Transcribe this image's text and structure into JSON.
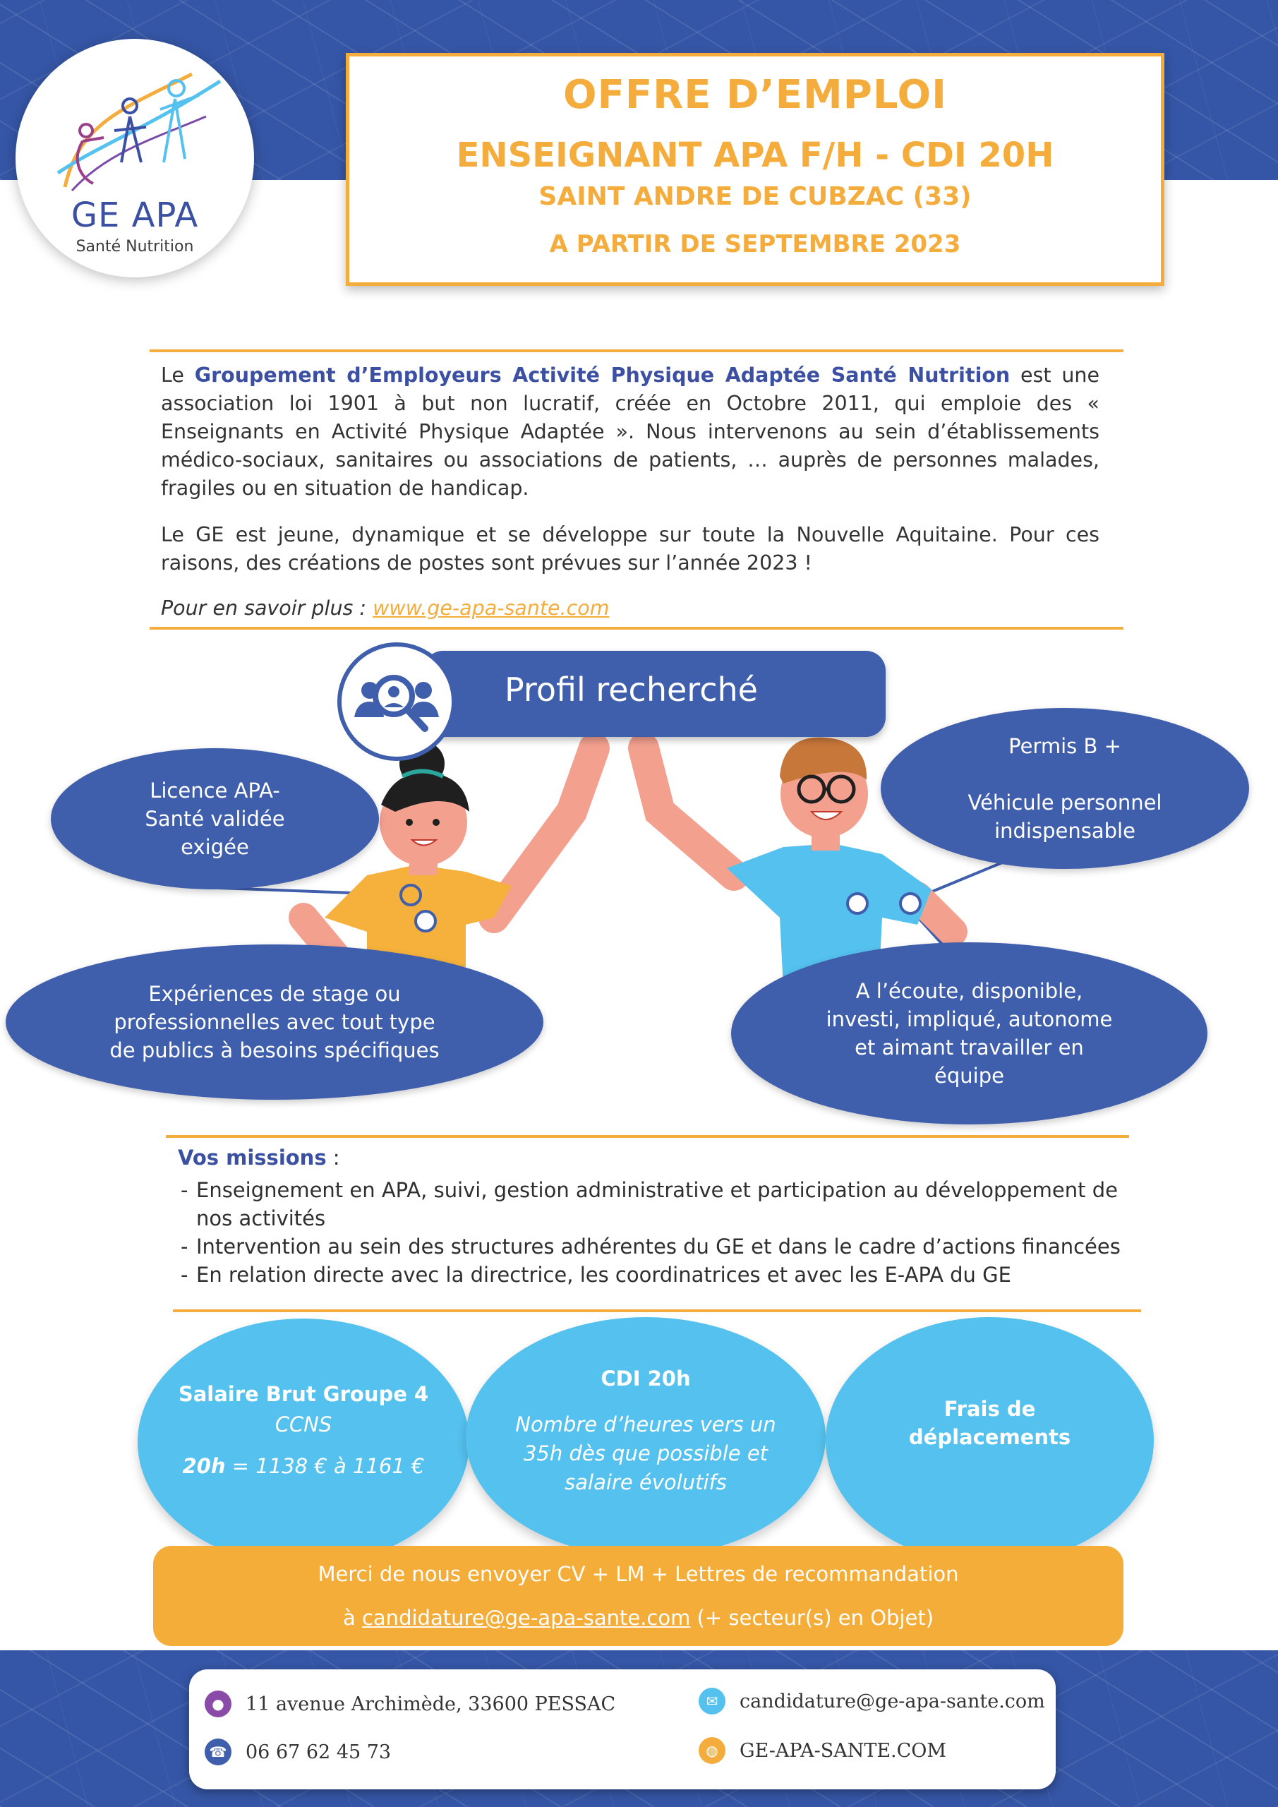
{
  "logo": {
    "name": "GE APA",
    "subtitle": "Santé Nutrition"
  },
  "header": {
    "line1": "OFFRE D’EMPLOI",
    "line2": "ENSEIGNANT APA F/H - CDI 20H",
    "line3": "SAINT ANDRE DE CUBZAC (33)",
    "line4": "A PARTIR DE SEPTEMBRE 2023"
  },
  "intro": {
    "p1_start": "Le ",
    "p1_org": "Groupement d’Employeurs Activité Physique Adaptée Santé Nutrition",
    "p1_rest": " est une association loi 1901 à but non lucratif, créée en Octobre 2011, qui emploie des « Enseignants en Activité Physique Adaptée ». Nous intervenons au sein d’établissements médico-sociaux, sanitaires ou associations de patients, … auprès de personnes malades, fragiles ou en situation de handicap.",
    "p2": "Le GE est jeune, dynamique et se développe sur toute la Nouvelle Aquitaine. Pour ces raisons, des créations de postes sont prévues sur l’année 2023 !",
    "more_label": "Pour en savoir plus : ",
    "more_link": "www.ge-apa-sante.com"
  },
  "profil": {
    "title": "Profil recherché",
    "icon": "user-search-icon",
    "items": [
      "Licence APA-\nSanté validée\nexigée",
      "Permis B +\n\nVéhicule personnel\nindispensable",
      "Expériences de stage ou\nprofessionnelles avec tout type\nde publics à besoins spécifiques",
      "A l’écoute, disponible,\ninvesti, impliqué, autonome\net aimant travailler en\néquipe"
    ]
  },
  "missions": {
    "heading": "Vos missions",
    "colon": " :",
    "items": [
      "Enseignement en APA, suivi, gestion administrative et participation au développement de nos activités",
      "Intervention au sein des structures adhérentes du GE et dans le cadre d’actions financées",
      "En relation directe avec la directrice, les coordinatrices et avec les E-APA du GE"
    ]
  },
  "conditions": {
    "salary_title": "Salaire Brut Groupe 4",
    "salary_sub": "CCNS",
    "salary_hours": "20h",
    "salary_range": " = 1138 € à 1161 €",
    "contract_title": "CDI 20h",
    "contract_text": "Nombre d’heures vers un\n35h dès que possible et\nsalaire évolutifs",
    "travel": "Frais de\ndéplacements"
  },
  "apply": {
    "line1": "Merci de nous envoyer CV + LM + Lettres de recommandation",
    "prefix": "à ",
    "email": "candidature@ge-apa-sante.com",
    "suffix": " (+ secteur(s) en Objet)"
  },
  "footer": {
    "address": "11 avenue Archimède, 33600 PESSAC",
    "phone": "06 67 62 45 73",
    "email": "candidature@ge-apa-sante.com",
    "website": "GE-APA-SANTE.COM"
  },
  "colors": {
    "navy": "#3f5eab",
    "orange": "#f4ad3d",
    "sky": "#55c1ee"
  }
}
